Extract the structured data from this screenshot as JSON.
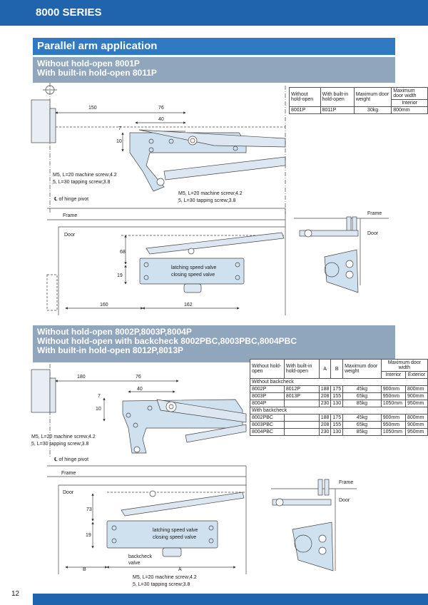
{
  "header": {
    "series": "8000 SERIES"
  },
  "section": {
    "title": "Parallel arm application"
  },
  "sub1": {
    "line1": "Without hold-open 8001P",
    "line2": "With built-in hold-open 8011P"
  },
  "sub2": {
    "line1": "Without hold-open 8002P,8003P,8004P",
    "line2": "Without hold-open with backcheck 8002PBC,8003PBC,8004PBC",
    "line3": "With built-in hold-open 8012P,8013P"
  },
  "table1": {
    "headers": [
      "Without hold-open",
      "With built-in hold-open",
      "Maximum door weight",
      "Maximum door width"
    ],
    "subheader": "Interior",
    "row": [
      "8001P",
      "8011P",
      "30kg",
      "800mm"
    ]
  },
  "table2": {
    "headers": [
      "Without hold-open",
      "With built-in hold-open",
      "A",
      "B",
      "Maximum door weight",
      "Maximum door width"
    ],
    "width_sub": [
      "Interior",
      "Exterior"
    ],
    "group1": "Without backcheck",
    "rows1": [
      [
        "8002P",
        "8012P",
        "188",
        "175",
        "45kg",
        "900mm",
        "800mm"
      ],
      [
        "8003P",
        "8013P",
        "208",
        "155",
        "65kg",
        "950mm",
        "900mm"
      ],
      [
        "8004P",
        "",
        "230",
        "130",
        "85kg",
        "1050mm",
        "950mm"
      ]
    ],
    "group2": "With backcheck",
    "rows2": [
      [
        "8002PBC",
        "",
        "188",
        "175",
        "45kg",
        "900mm",
        "800mm"
      ],
      [
        "8003PBC",
        "",
        "208",
        "155",
        "65kg",
        "950mm",
        "900mm"
      ],
      [
        "8004PBC",
        "",
        "230",
        "130",
        "85kg",
        "1050mm",
        "950mm"
      ]
    ]
  },
  "diagram1": {
    "dims": [
      "150",
      "76",
      "40",
      "7",
      "10",
      "68",
      "19",
      "160",
      "162"
    ],
    "screw_label1": "M5, L=20 machine screw:͕4.2",
    "screw_label2": "͕5, L=30 tapping screw:͕3.8",
    "hinge": "℄ of hinge pivot",
    "frame": "Frame",
    "door": "Door",
    "latch": "latching speed valve",
    "closing": "closing speed valve"
  },
  "diagram2": {
    "dims": [
      "180",
      "76",
      "40",
      "7",
      "10",
      "73",
      "19",
      "B",
      "A"
    ],
    "hinge": "℄ of hinge pivot",
    "frame": "Frame",
    "door": "Door",
    "latch": "latching speed valve",
    "closing": "closing speed valve",
    "backcheck1": "backcheck",
    "backcheck2": "valve"
  },
  "footer": {
    "page": "12"
  },
  "colors": {
    "series_bar": "#1f64ad",
    "section_bar": "#2f7ac2",
    "sub_bar": "#8fa6bd",
    "closer_body": "#cfe0ef"
  }
}
